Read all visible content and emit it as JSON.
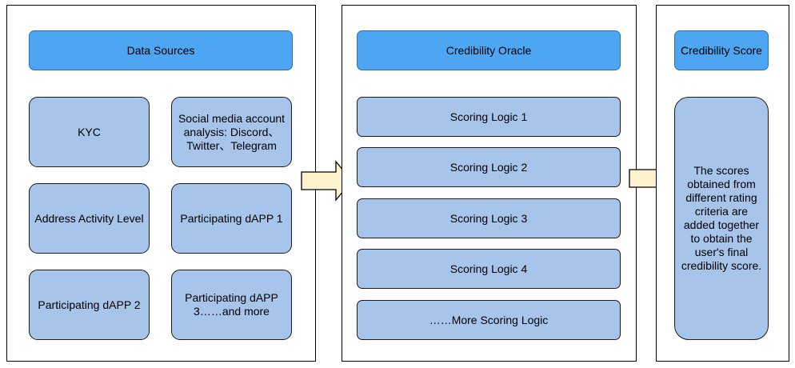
{
  "data_sources": {
    "title": "Data Sources",
    "items": [
      "KYC",
      "Social media account analysis: Discord、Twitter、Telegram",
      "Address Activity Level",
      "Participating dAPP 1",
      "Participating dAPP 2",
      "Participating dAPP 3……and more"
    ]
  },
  "oracle": {
    "title": "Credibility Oracle",
    "items": [
      "Scoring Logic 1",
      "Scoring Logic 2",
      "Scoring Logic 3",
      "Scoring Logic 4",
      "……More Scoring Logic"
    ]
  },
  "score": {
    "title": "Credibility Score",
    "description": "The scores obtained from different rating criteria are added together to obtain the user's final credibility score."
  },
  "colors": {
    "header_fill": "#4ea6f2",
    "item_fill": "#a7c4ea",
    "arrow_fill": "#fff2cc"
  }
}
